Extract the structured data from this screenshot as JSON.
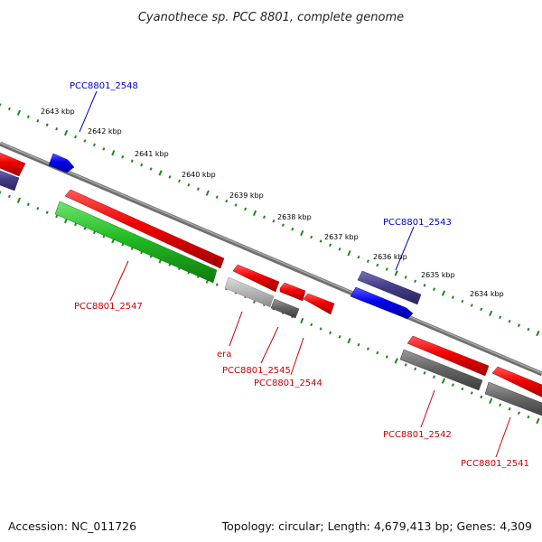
{
  "title": "Cyanothece sp. PCC 8801, complete genome",
  "footer": {
    "accession": "Accession: NC_011726",
    "summary": "Topology: circular; Length: 4,679,413 bp; Genes: 4,309"
  },
  "kbp_labels": [
    "2643 kbp",
    "2642 kbp",
    "2641 kbp",
    "2640 kbp",
    "2639 kbp",
    "2638 kbp",
    "2637 kbp",
    "2636 kbp",
    "2635 kbp",
    "2634 kbp"
  ],
  "gene_labels": [
    "PCC8801_2548",
    "PCC8801_2543",
    "PCC8801_2547",
    "era",
    "PCC8801_2545",
    "PCC8801_2544",
    "PCC8801_2542",
    "PCC8801_2541"
  ],
  "colors": {
    "backbone": "#7f7f7f",
    "ticks": "#1a8a1a",
    "forward_label": "#0000cc",
    "reverse_label": "#cc0000",
    "red_feature": "#ee0000",
    "green_feature": "#22bb22",
    "blue_feature": "#0000ee",
    "slate_feature": "#443d88",
    "gray_feature": "#666666",
    "light_gray_feature": "#b0b0b0"
  }
}
